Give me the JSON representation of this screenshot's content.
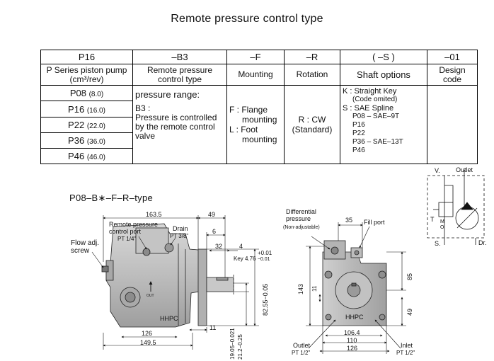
{
  "title": "Remote pressure control type",
  "table": {
    "codes": [
      "P16",
      "–B3",
      "–F",
      "–R",
      "( –S )",
      "–01"
    ],
    "headers": {
      "series": [
        "P Series piston pump",
        "(cm³/rev)"
      ],
      "b3": [
        "Remote pressure",
        "control type"
      ],
      "f": "Mounting",
      "r": "Rotation",
      "s": "Shaft options",
      "design": [
        "Design",
        "code"
      ]
    },
    "models": [
      {
        "name": "P08",
        "disp": "(8.0)"
      },
      {
        "name": "P16",
        "disp": "(16.0)"
      },
      {
        "name": "P22",
        "disp": "(22.0)"
      },
      {
        "name": "P36",
        "disp": "(36.0)"
      },
      {
        "name": "P46",
        "disp": "(46.0)"
      }
    ],
    "b3_desc": [
      "pressure range:",
      "B3 :",
      "Pressure is controlled",
      "by the remote control",
      "valve"
    ],
    "f_desc": [
      "F : Flange",
      "mounting",
      "L : Foot",
      "mounting"
    ],
    "r_desc": [
      "R : CW",
      "(Standard)"
    ],
    "s_desc": {
      "k": "K : Straight Key",
      "k_note": "(Code omited)",
      "s": "S : SAE Spline",
      "p08": "P08 –  SAE–9T",
      "p16": "P16",
      "p22": "P22",
      "p36": "P36 –  SAE–13T",
      "p46": "P46"
    }
  },
  "drawing": {
    "subtitle": "P08–B∗–F–R–type",
    "left": {
      "flow_adj": [
        "Flow adj.",
        "screw"
      ],
      "remote_port": [
        "Remote pressure",
        "control port"
      ],
      "remote_port_size": "PT 1/4\"",
      "drain": "Drain",
      "drain_size": "PT 3/8\"",
      "dims": {
        "d163_5": "163.5",
        "d49": "49",
        "d6": "6",
        "d32": "32",
        "d4": "4",
        "tol_plus": "+0.01",
        "key": "Key 4.76",
        "key_tol": "−0.01",
        "d126": "126",
        "d149_5": "149.5",
        "d11": "11",
        "shaft1": "19.05−0.021",
        "shaft2": "21.2−0.25",
        "pilot": "82.55−0.05"
      },
      "brand": "HHPC",
      "arrow_text": "OUT"
    },
    "right": {
      "diff_pressure": [
        "Differential",
        "pressure"
      ],
      "non_adjustable": "(Non-adjustable)",
      "fill_port": "Fill port",
      "dims": {
        "d35": "35",
        "d143": "143",
        "d11": "11",
        "d85": "85",
        "d49": "49",
        "d106_4": "106.4",
        "d110": "110",
        "d126": "126"
      },
      "brand": "HHPC",
      "outlet": "Outlet",
      "outlet_size": "PT 1/2\"",
      "inlet": "Inlet",
      "inlet_size": "PT 1/2\""
    },
    "schematic": {
      "v": "V.",
      "outlet": "Outlet",
      "t": "T",
      "m": "M",
      "o": "O",
      "s": "S.",
      "dr": "Dr."
    }
  }
}
